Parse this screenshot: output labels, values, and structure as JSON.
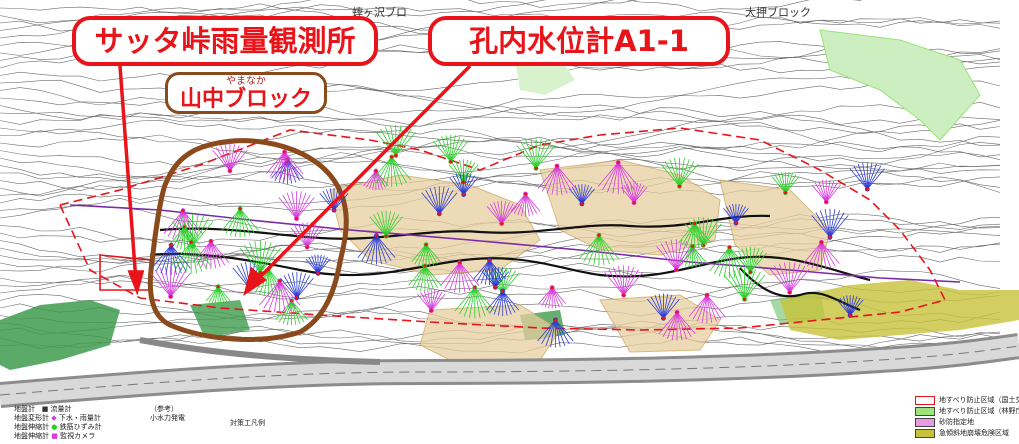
{
  "callouts": {
    "station": "サッタ峠雨量観測所",
    "gauge": "孔内水位計A1-1"
  },
  "block_label": {
    "ruby": "やまなか",
    "name": "山中ブロック"
  },
  "map_labels": {
    "top_left": "蟀ヶ沢ブロ",
    "top_right": "大押ブロック"
  },
  "bottom_left_legend": [
    {
      "label": "地盤計",
      "mark": "■",
      "item": "流量計"
    },
    {
      "label": "地盤変形計",
      "mark": "◆",
      "item": "下水・雨量計"
    },
    {
      "label": "地盤伸縮計",
      "mark": "●",
      "item": "鉄筋ひずみ計"
    },
    {
      "label": "地盤伸縮計",
      "mark": "■",
      "item": "監視カメラ"
    }
  ],
  "bottom_mid_legend": {
    "ref": "（参考）",
    "item": "小水力発電",
    "works": "対策工凡例"
  },
  "right_legend": [
    {
      "label": "地すべり防止区域（国土交通省",
      "color": "#e8141a"
    },
    {
      "label": "地すべり防止区域（林野庁所管",
      "color": "#9be37a"
    },
    {
      "label": "砂防指定地",
      "color": "#e79be3"
    },
    {
      "label": "急傾斜地崩壊危険区域",
      "color": "#c7c23a"
    }
  ],
  "colors": {
    "callout_red": "#e8141a",
    "block_brown": "#8a4a1b",
    "green_well": "#2bd12b",
    "blue_well": "#2b3bd9",
    "magenta_well": "#d83be0",
    "ochre_area": "#c9a15a"
  }
}
